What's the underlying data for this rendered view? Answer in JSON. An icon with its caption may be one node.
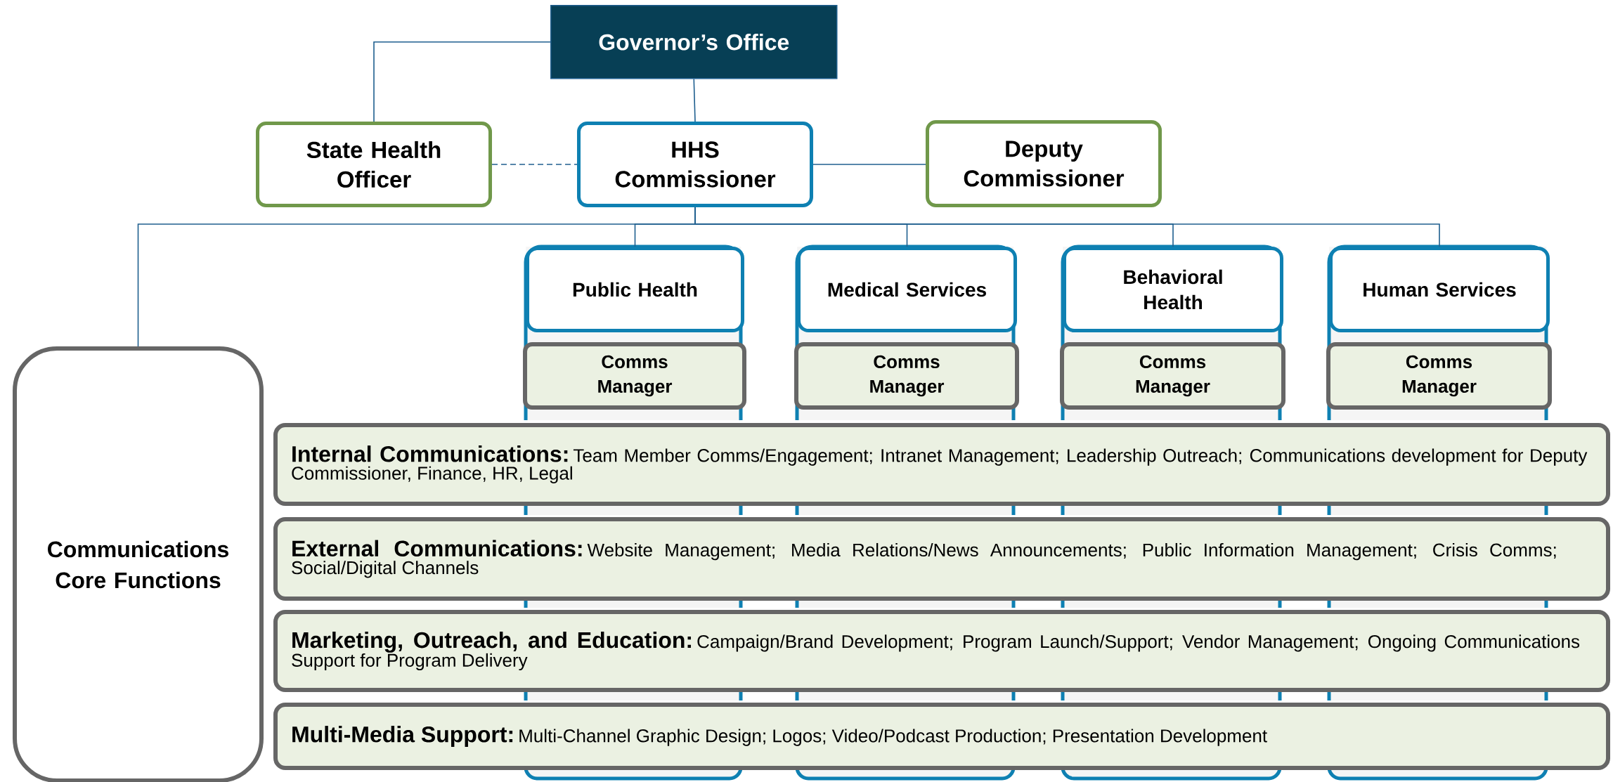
{
  "diagram": {
    "nodes": [
      {
        "text": [
          "Governor’s Office"
        ]
      },
      {
        "text": [
          "State Health Officer"
        ]
      },
      {
        "text": [
          "HHS Commissioner"
        ]
      },
      {
        "text": [
          "Deputy Commissioner"
        ]
      },
      {
        "text": [
          "Communications Core Functions"
        ]
      },
      {
        "text": [],
        "shape": "box"
      },
      {
        "text": [
          "Public Health"
        ],
        "in": 5
      },
      {
        "text": [
          "Comms Manager"
        ],
        "in": 5
      },
      {
        "text": [],
        "shape": "box"
      },
      {
        "text": [
          "Medical Services"
        ],
        "in": 8
      },
      {
        "text": [
          "Comms Manager"
        ],
        "in": 8
      },
      {
        "text": [],
        "shape": "box"
      },
      {
        "text": [
          "Behavioral Health"
        ],
        "in": 11
      },
      {
        "text": [
          "Comms Manager"
        ],
        "in": 11
      },
      {
        "text": [],
        "shape": "box"
      },
      {
        "text": [
          "Human Services"
        ],
        "in": 14
      },
      {
        "text": [
          "Comms Manager"
        ],
        "in": 14
      },
      {
        "text": [
          "Internal Communications:",
          "Team Member Comms/Engagement; Intranet Management; Leadership Outreach; Communications development for Deputy Commissioner, Finance, HR, Legal"
        ]
      },
      {
        "text": [
          "External Communications:",
          "Website Management; Media Relations/News Announcements; Public Information Management; Crisis Comms; Social/Digital Channels"
        ]
      },
      {
        "text": [
          "Marketing, Outreach, and Education:",
          "Campaign/Brand Development; Program Launch/Support; Vendor Management; Ongoing Communications Support for Program Delivery"
        ]
      },
      {
        "text": [
          "Multi-Media Support:",
          "Multi-Channel Graphic Design; Logos; Video/Podcast Production; Presentation Development"
        ]
      }
    ],
    "edges": [
      {
        "from": 0,
        "to": 1,
        "arrow": "none"
      },
      {
        "from": 0,
        "to": 2,
        "arrow": "none"
      },
      {
        "from": 1,
        "to": 2,
        "arrow": "none",
        "style": "dashed"
      },
      {
        "from": 2,
        "to": 3,
        "arrow": "none"
      },
      {
        "from": 2,
        "to": 4,
        "arrow": "none"
      },
      {
        "from": 2,
        "to": 6,
        "arrow": "none"
      },
      {
        "from": 2,
        "to": 9,
        "arrow": "none"
      },
      {
        "from": 2,
        "to": 12,
        "arrow": "none"
      },
      {
        "from": 2,
        "to": 15,
        "arrow": "none"
      }
    ]
  }
}
